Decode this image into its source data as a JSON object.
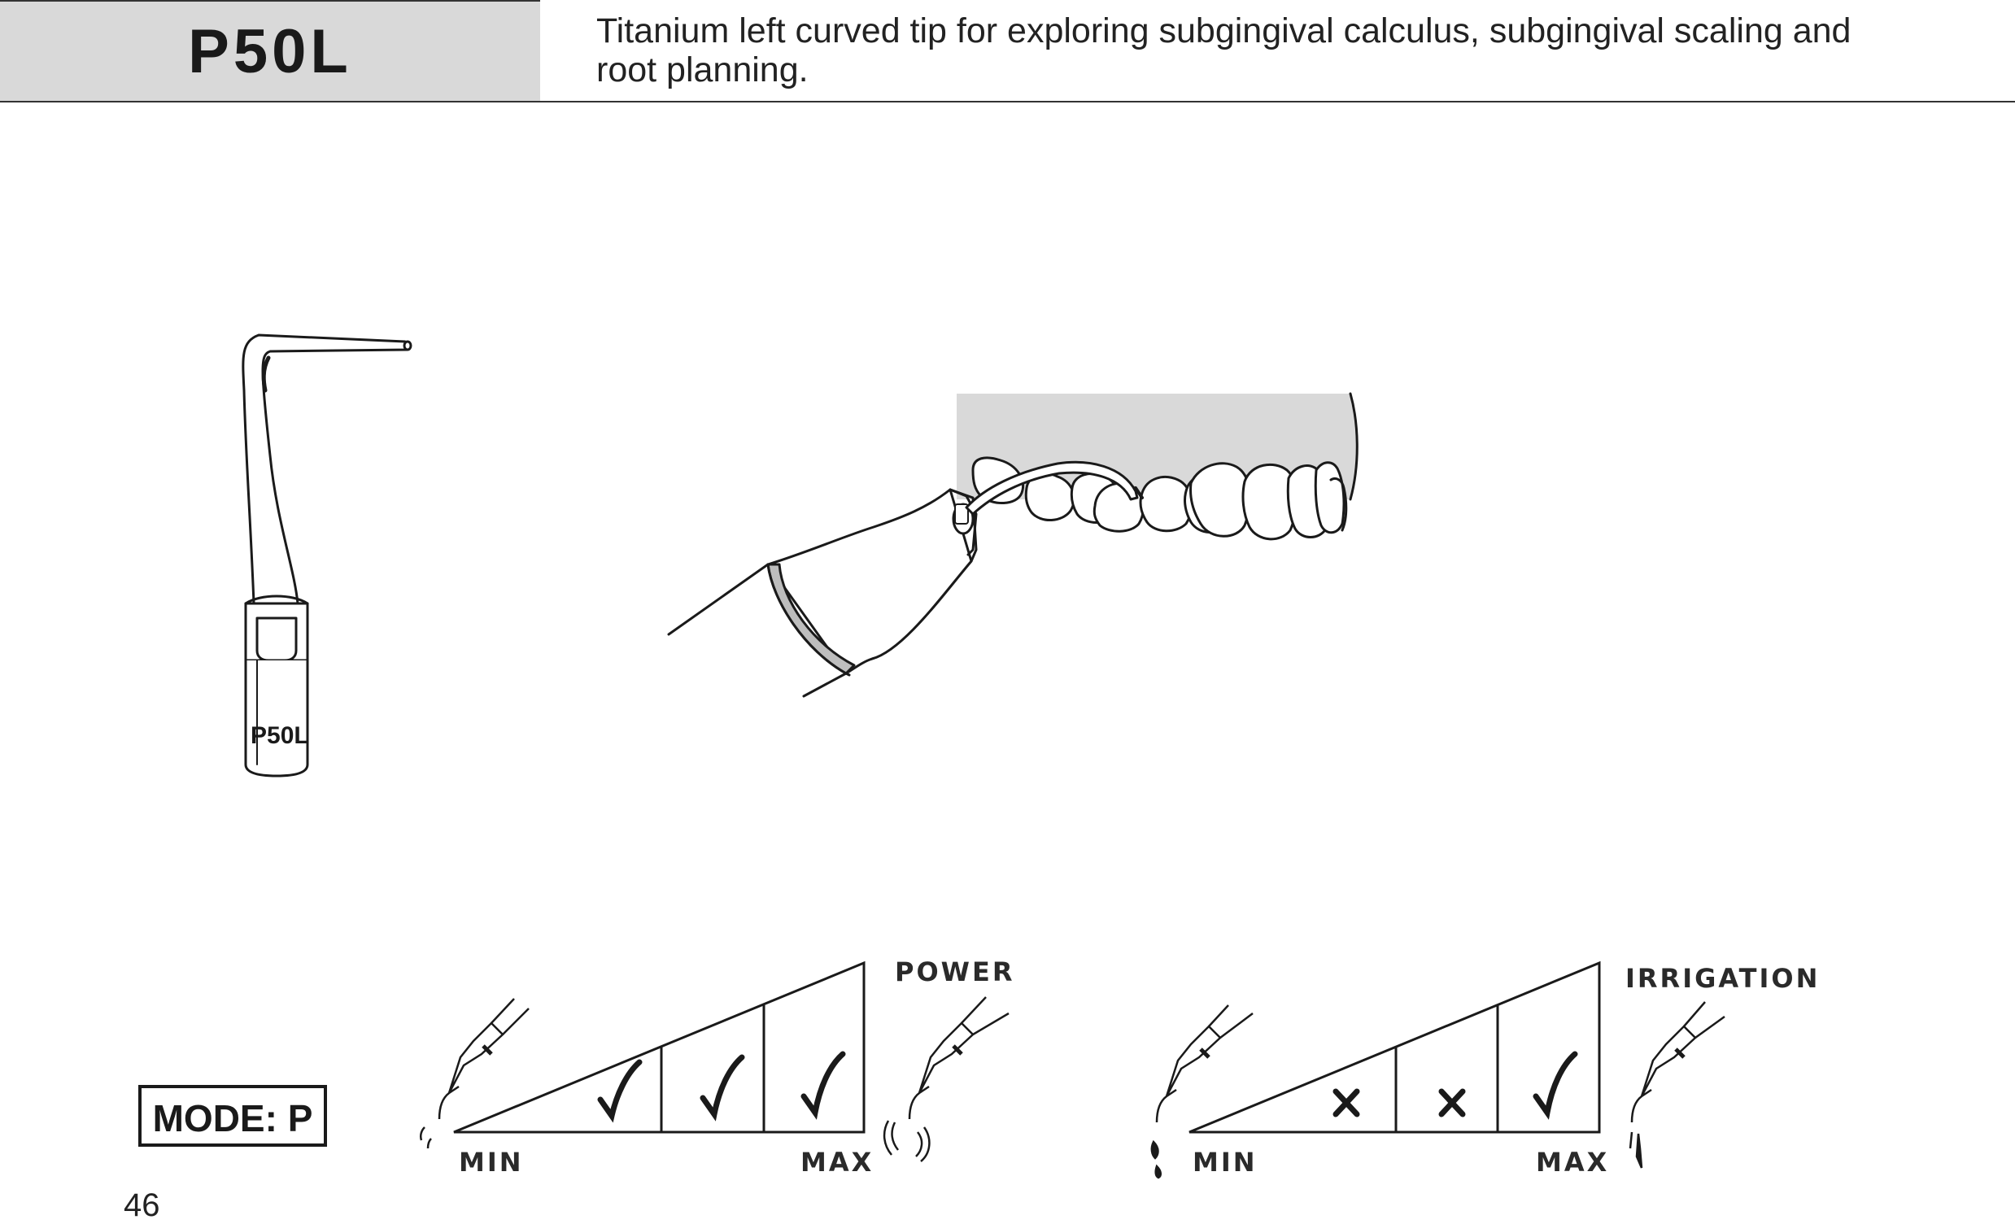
{
  "header": {
    "code": "P50L",
    "description": "Titanium left curved tip for exploring subgingival calculus, subgingival scaling and root planning."
  },
  "tip_label": "P50L",
  "mode": {
    "label": "MODE: P"
  },
  "power_scale": {
    "title": "POWER",
    "min_label": "MIN",
    "max_label": "MAX",
    "levels": [
      "check",
      "check",
      "check"
    ]
  },
  "irrigation_scale": {
    "title": "IRRIGATION",
    "min_label": "MIN",
    "max_label": "MAX",
    "levels": [
      "cross",
      "cross",
      "check"
    ]
  },
  "page_number": "46",
  "colors": {
    "header_fill": "#d9d9d9",
    "ink": "#1a1a1a",
    "gum": "#d9d9d9"
  }
}
